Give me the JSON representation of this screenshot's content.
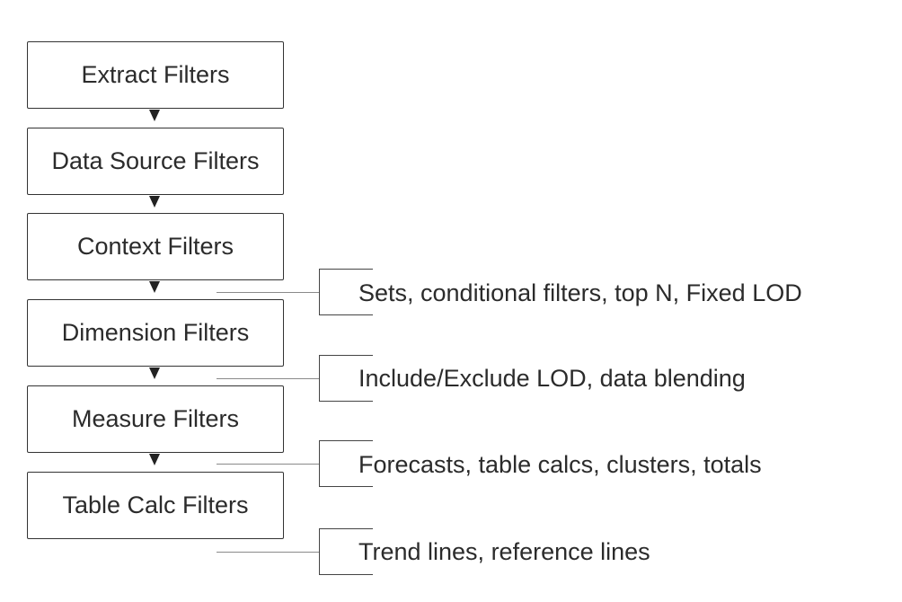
{
  "diagram": {
    "stages": [
      {
        "label": "Extract Filters"
      },
      {
        "label": "Data Source Filters"
      },
      {
        "label": "Context Filters"
      },
      {
        "label": "Dimension Filters"
      },
      {
        "label": "Measure Filters"
      },
      {
        "label": "Table Calc Filters"
      }
    ],
    "annotations": [
      {
        "label": "Sets, conditional filters, top N, Fixed LOD"
      },
      {
        "label": "Include/Exclude LOD, data blending"
      },
      {
        "label": "Forecasts, table calcs, clusters, totals"
      },
      {
        "label": "Trend lines, reference lines"
      }
    ]
  }
}
